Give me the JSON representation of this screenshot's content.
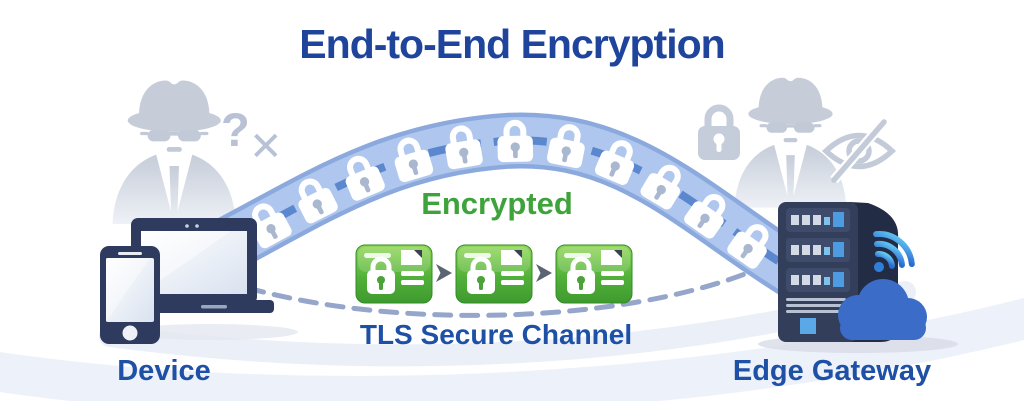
{
  "title": "End-to-End Encryption",
  "labels": {
    "encrypted": "Encrypted",
    "channel": "TLS Secure Channel",
    "device": "Device",
    "gateway": "Edge Gateway"
  },
  "symbols": {
    "question_mark": "?",
    "cross_mark": "✕"
  },
  "channel": {
    "lock_count": 11,
    "packet_count": 3
  },
  "colors": {
    "title_blue": "#1e449c",
    "label_blue": "#1e50a6",
    "encrypted_green": "#3fa33c",
    "tube_fill": "#afc7ee",
    "tube_edge": "#8ca9dd",
    "tube_dash": "#5b87cf",
    "spy_gray": "#c6cdd9",
    "spy_gray_dark": "#b9c2d4",
    "device_navy": "#2e3b5e",
    "packet_border": "#2f8c26",
    "cloud_blue": "#3a6cc8",
    "dashed_line": "#8a9cc4",
    "arrow_gray": "#5b6472"
  }
}
